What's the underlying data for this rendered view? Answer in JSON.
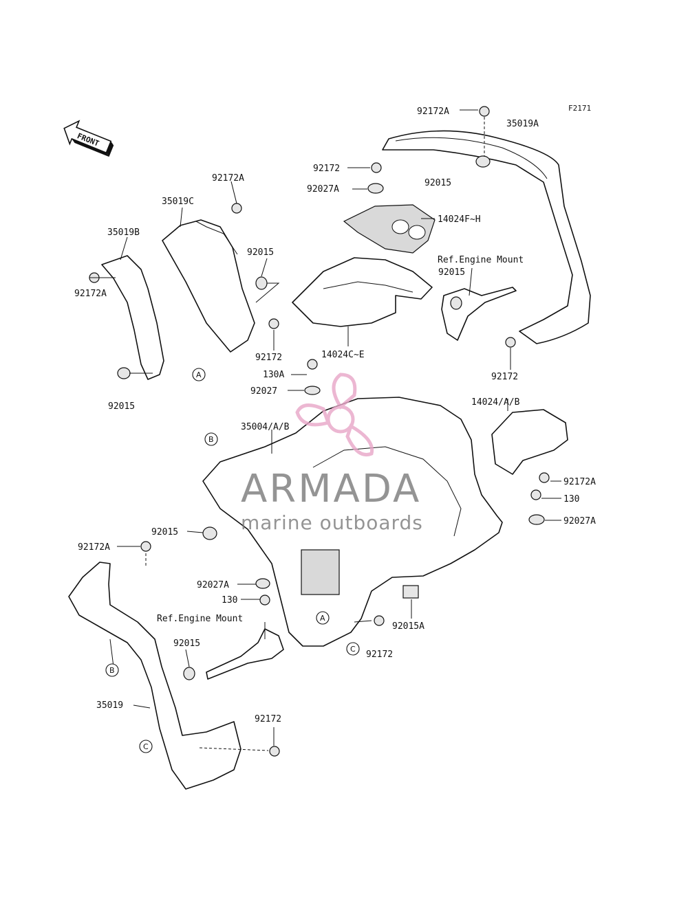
{
  "figure": {
    "id": "F2171",
    "front_label": "FRONT"
  },
  "callouts": {
    "p92172A_top": "92172A",
    "p35019A": "35019A",
    "p92172_top": "92172",
    "p92027A_top": "92027A",
    "p92015_top": "92015",
    "p14024FH": "14024F~H",
    "p92172A_mid": "92172A",
    "p35019C": "35019C",
    "p35019B": "35019B",
    "p92015_mid": "92015",
    "p92172A_left": "92172A",
    "ref_engine_mount_top": "Ref.Engine Mount",
    "p92015_right": "92015",
    "p92172_mid": "92172",
    "p14024CE": "14024C~E",
    "p92172_right": "92172",
    "p130A": "130A",
    "p92015_left": "92015",
    "p92027": "92027",
    "p14024AB": "14024/A/B",
    "p35004AB": "35004/A/B",
    "p92172A_r2": "92172A",
    "p130_r": "130",
    "p92027A_r": "92027A",
    "p92015_c": "92015",
    "p92172A_bl": "92172A",
    "p92027A_c": "92027A",
    "p130_c": "130",
    "ref_engine_mount_bottom": "Ref.Engine Mount",
    "p92015A": "92015A",
    "p92015_bl": "92015",
    "p92172_c": "92172",
    "p35019": "35019",
    "p92172_bottom": "92172"
  },
  "reference_marks": {
    "A": "A",
    "B": "B",
    "C": "C"
  },
  "watermark": {
    "brand": "ARMADA",
    "tagline": "marine outboards",
    "logo_color": "#e8a6c8"
  }
}
